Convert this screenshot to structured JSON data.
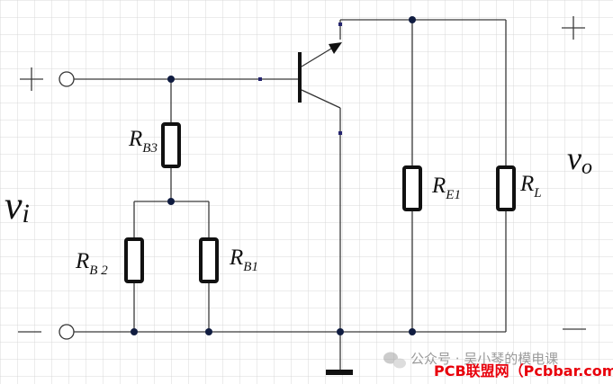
{
  "labels": {
    "vi": {
      "main": "v",
      "sub": "i"
    },
    "vo": {
      "main": "v",
      "sub": "o"
    },
    "rb3": {
      "main": "R",
      "sub": "B3"
    },
    "rb2": {
      "main": "R",
      "sub": "B 2"
    },
    "rb1": {
      "main": "R",
      "sub": "B1"
    },
    "re1": {
      "main": "R",
      "sub": "E1"
    },
    "rl": {
      "main": "R",
      "sub": "L"
    }
  },
  "watermark": {
    "channel": "公众号 · 吴小琴的模电课",
    "site": "PCB联盟网（Pcbbar.com）"
  },
  "colors": {
    "grid": "#d9d9d9",
    "wire": "#3a3a3a",
    "node": "#101c40",
    "watermark_site": "#e8000b"
  }
}
